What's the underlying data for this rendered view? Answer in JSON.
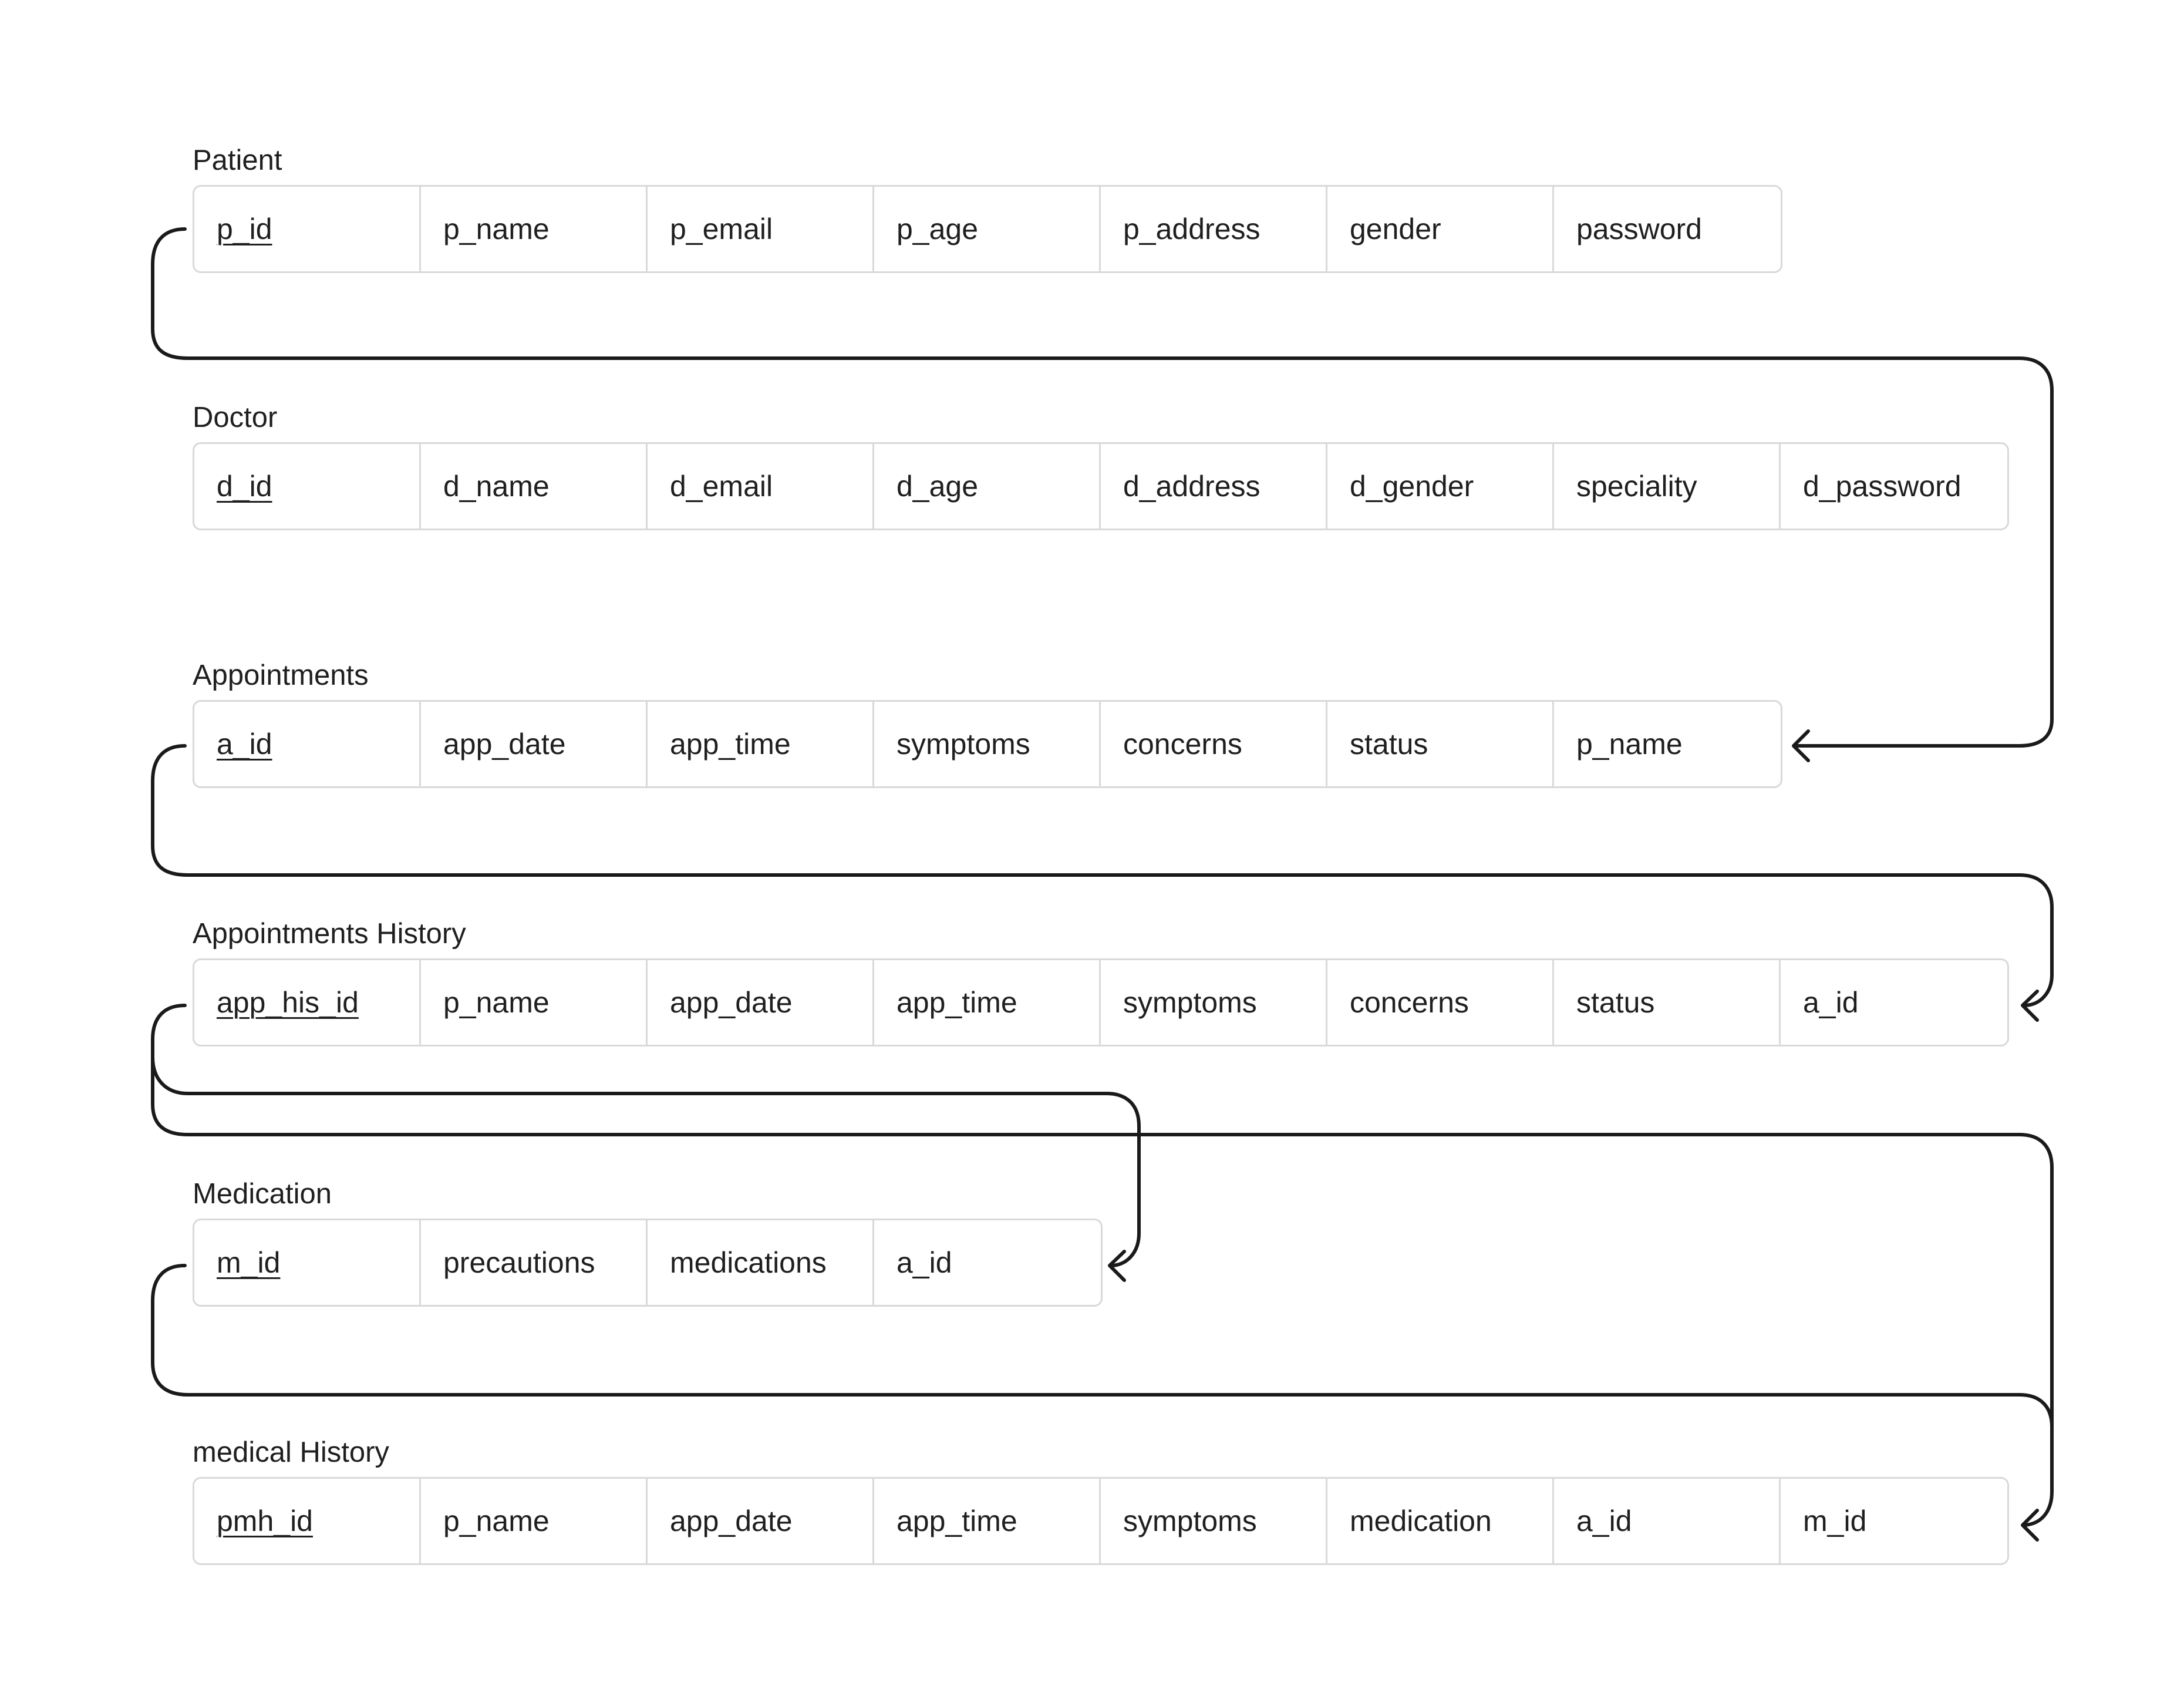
{
  "tables": {
    "patient": {
      "title": "Patient",
      "fields": [
        "p_id",
        "p_name",
        "p_email",
        "p_age",
        "p_address",
        "gender",
        "password"
      ]
    },
    "doctor": {
      "title": "Doctor",
      "fields": [
        "d_id",
        "d_name",
        "d_email",
        "d_age",
        "d_address",
        "d_gender",
        "speciality",
        "d_password"
      ]
    },
    "appointments": {
      "title": "Appointments",
      "fields": [
        "a_id",
        "app_date",
        "app_time",
        "symptoms",
        "concerns",
        "status",
        "p_name"
      ]
    },
    "appointments_history": {
      "title": "Appointments History",
      "fields": [
        "app_his_id",
        "p_name",
        "app_date",
        "app_time",
        "symptoms",
        "concerns",
        "status",
        "a_id"
      ]
    },
    "medication": {
      "title": "Medication",
      "fields": [
        "m_id",
        "precautions",
        "medications",
        "a_id"
      ]
    },
    "medical_history": {
      "title": "medical History",
      "fields": [
        "pmh_id",
        "p_name",
        "app_date",
        "app_time",
        "symptoms",
        "medication",
        "a_id",
        "m_id"
      ]
    }
  },
  "colors": {
    "border": "#d9d9d9",
    "connector": "#1a1a1a",
    "text": "#1f1f1f"
  }
}
